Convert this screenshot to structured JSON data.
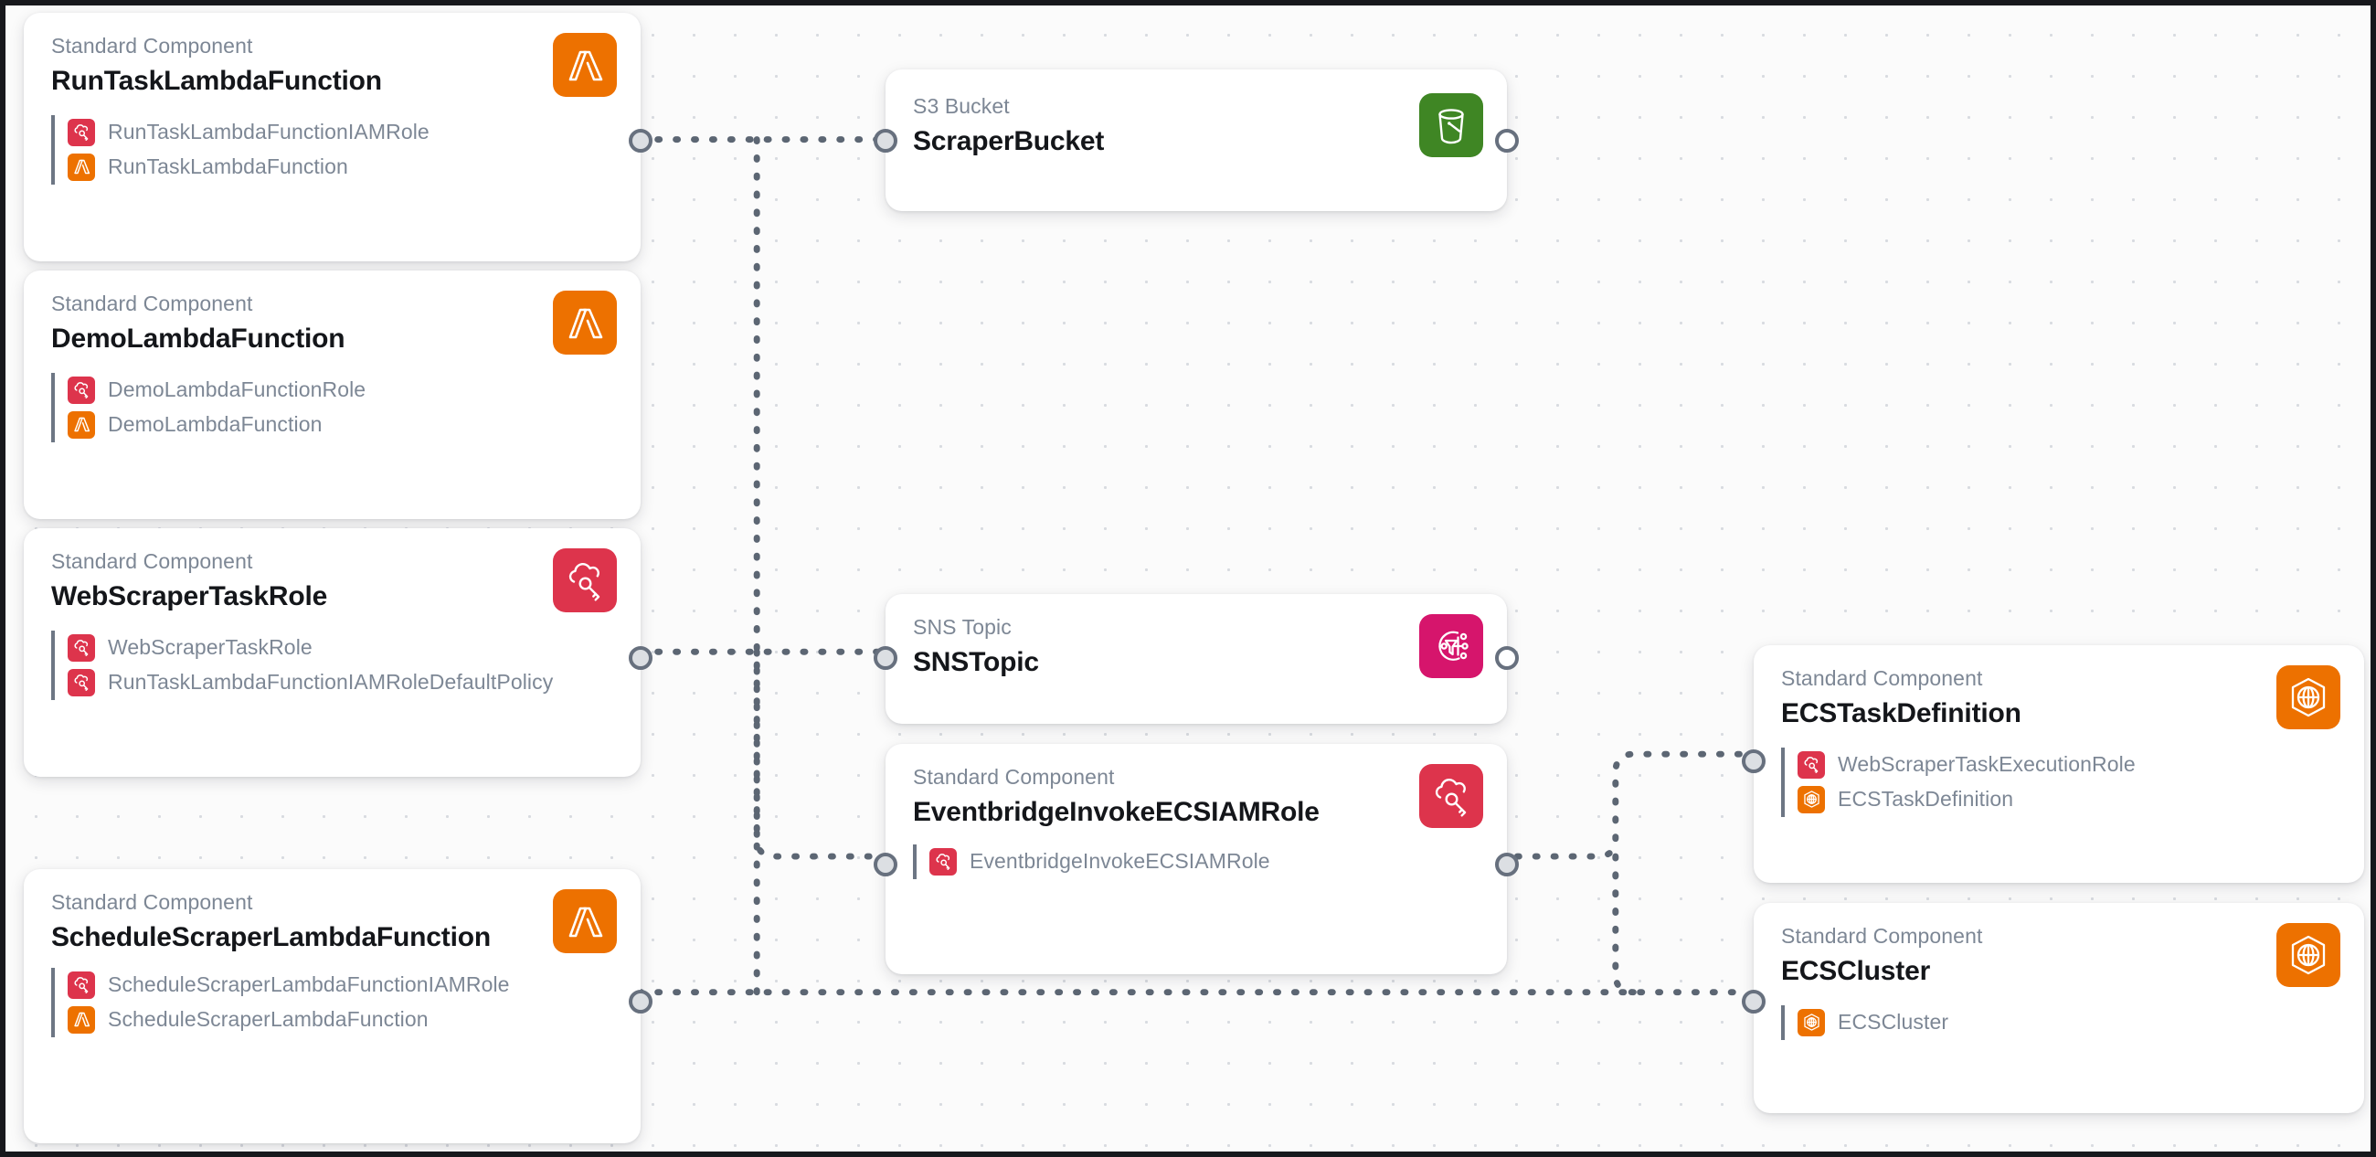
{
  "canvas": {
    "background": "#fbfbfb",
    "grid_dot_color": "#d8dbe0",
    "border_color": "#17181c",
    "edge_color": "#5c6673"
  },
  "palette": {
    "lambda_orange": "#ED7100",
    "iam_crimson": "#DD344C",
    "s3_green": "#3F8624",
    "sns_magenta": "#D6156C",
    "ecs_orange": "#ED7100",
    "kicker_gray": "#7d8795",
    "title_black": "#14161a",
    "port_fill": "#dcdfe3",
    "port_stroke": "#67707e"
  },
  "nodes": [
    {
      "id": "run-task-lambda-function",
      "kicker": "Standard Component",
      "title": "RunTaskLambdaFunction",
      "icon": "lambda-icon",
      "icon_color": "#ED7100",
      "children": [
        {
          "label": "RunTaskLambdaFunctionIAMRole",
          "icon": "iam-role-icon",
          "icon_color": "#DD344C"
        },
        {
          "label": "RunTaskLambdaFunction",
          "icon": "lambda-icon",
          "icon_color": "#ED7100"
        }
      ]
    },
    {
      "id": "demo-lambda-function",
      "kicker": "Standard Component",
      "title": "DemoLambdaFunction",
      "icon": "lambda-icon",
      "icon_color": "#ED7100",
      "children": [
        {
          "label": "DemoLambdaFunctionRole",
          "icon": "iam-role-icon",
          "icon_color": "#DD344C"
        },
        {
          "label": "DemoLambdaFunction",
          "icon": "lambda-icon",
          "icon_color": "#ED7100"
        }
      ]
    },
    {
      "id": "web-scraper-task-role",
      "kicker": "Standard Component",
      "title": "WebScraperTaskRole",
      "icon": "iam-role-icon",
      "icon_color": "#DD344C",
      "children": [
        {
          "label": "WebScraperTaskRole",
          "icon": "iam-role-icon",
          "icon_color": "#DD344C"
        },
        {
          "label": "RunTaskLambdaFunctionIAMRoleDefaultPolicy",
          "icon": "iam-role-icon",
          "icon_color": "#DD344C"
        }
      ]
    },
    {
      "id": "schedule-scraper-lambda-function",
      "kicker": "Standard Component",
      "title": "ScheduleScraperLambdaFunction",
      "icon": "lambda-icon",
      "icon_color": "#ED7100",
      "children": [
        {
          "label": "ScheduleScraperLambdaFunctionIAMRole",
          "icon": "iam-role-icon",
          "icon_color": "#DD344C"
        },
        {
          "label": "ScheduleScraperLambdaFunction",
          "icon": "lambda-icon",
          "icon_color": "#ED7100"
        }
      ]
    },
    {
      "id": "scraper-bucket",
      "kicker": "S3 Bucket",
      "title": "ScraperBucket",
      "icon": "s3-bucket-icon",
      "icon_color": "#3F8624",
      "children": []
    },
    {
      "id": "sns-topic",
      "kicker": "SNS Topic",
      "title": "SNSTopic",
      "icon": "sns-topic-icon",
      "icon_color": "#D6156C",
      "children": []
    },
    {
      "id": "eventbridge-invoke-ecs-iam-role",
      "kicker": "Standard Component",
      "title": "EventbridgeInvokeECSIAMRole",
      "icon": "iam-role-icon",
      "icon_color": "#DD344C",
      "children": [
        {
          "label": "EventbridgeInvokeECSIAMRole",
          "icon": "iam-role-icon",
          "icon_color": "#DD344C"
        }
      ]
    },
    {
      "id": "ecs-task-definition",
      "kicker": "Standard Component",
      "title": "ECSTaskDefinition",
      "icon": "ecs-icon",
      "icon_color": "#ED7100",
      "children": [
        {
          "label": "WebScraperTaskExecutionRole",
          "icon": "iam-role-icon",
          "icon_color": "#DD344C"
        },
        {
          "label": "ECSTaskDefinition",
          "icon": "ecs-icon",
          "icon_color": "#ED7100"
        }
      ]
    },
    {
      "id": "ecs-cluster",
      "kicker": "Standard Component",
      "title": "ECSCluster",
      "icon": "ecs-icon",
      "icon_color": "#ED7100",
      "children": [
        {
          "label": "ECSCluster",
          "icon": "ecs-icon",
          "icon_color": "#ED7100"
        }
      ]
    }
  ],
  "edges": [
    {
      "from": "run-task-lambda-function",
      "to": "scraper-bucket"
    },
    {
      "from": "web-scraper-task-role",
      "to": "sns-topic"
    },
    {
      "from": "web-scraper-task-role",
      "to": "eventbridge-invoke-ecs-iam-role"
    },
    {
      "from": "schedule-scraper-lambda-function",
      "to": "ecs-cluster"
    },
    {
      "from": "eventbridge-invoke-ecs-iam-role",
      "to": "ecs-task-definition"
    }
  ]
}
